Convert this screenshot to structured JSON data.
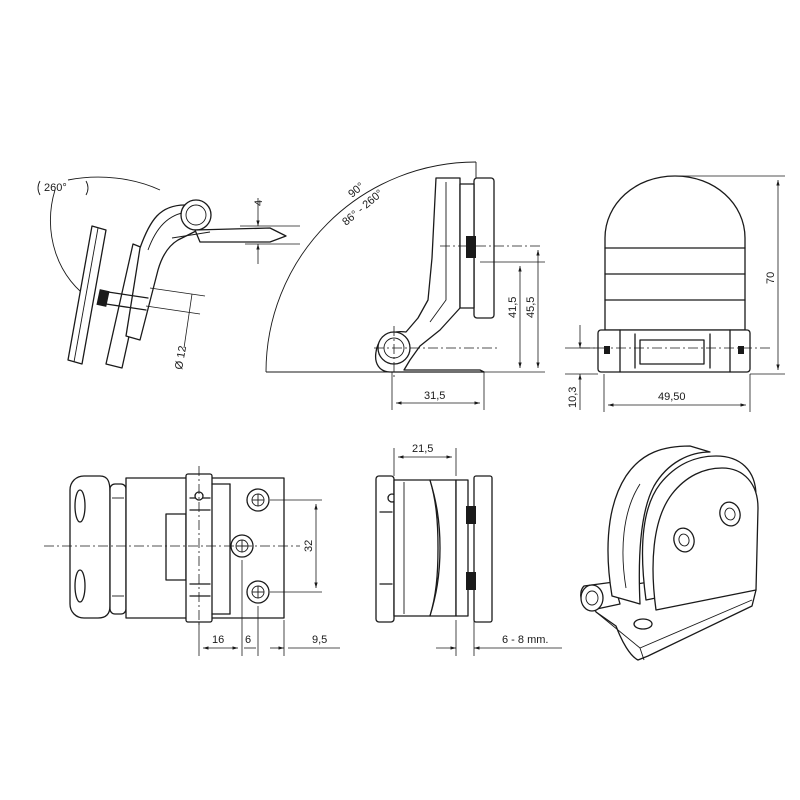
{
  "views": {
    "side_rotated": {
      "angle_label": "260°",
      "thickness_label": "4",
      "diameter_label": "Ø 12"
    },
    "side_profile": {
      "arc_outer_label": "90°",
      "arc_inner_label": "86° - 260°",
      "height_a_label": "41,5",
      "height_b_label": "45,5",
      "width_label": "31,5"
    },
    "front": {
      "height_label": "70",
      "base_label": "10,3",
      "width_label": "49,50"
    },
    "bottom_plan": {
      "spacing_label": "32",
      "dim_a_label": "16",
      "dim_b_label": "6",
      "dim_c_label": "9,5"
    },
    "bottom_side": {
      "top_label": "21,5",
      "glass_label": "6 - 8 mm."
    },
    "isometric": {}
  }
}
